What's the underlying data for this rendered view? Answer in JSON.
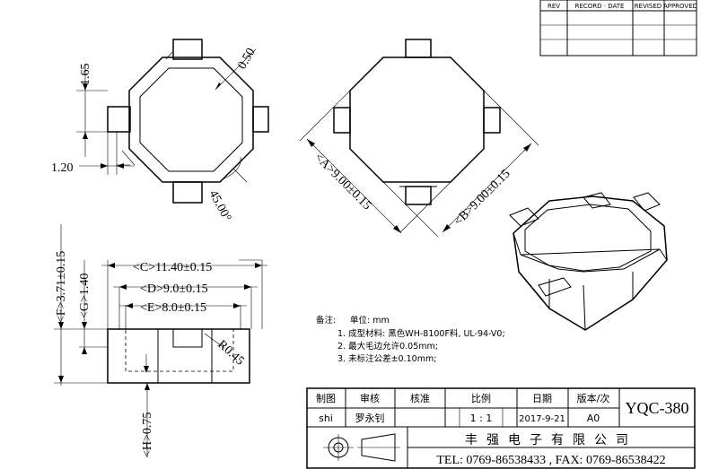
{
  "revision_table": {
    "headers": [
      "REV",
      "RECORD · DATE",
      "REVISED",
      "APPROVED"
    ]
  },
  "dimensions": {
    "top_chamfer": "0.50",
    "top_height": "1.65",
    "top_width": "1.20",
    "angle": "45.00°",
    "dim_a": "<A>9.00±0.15",
    "dim_b": "<B>9.00±0.15",
    "dim_c": "<C>11.40±0.15",
    "dim_d": "<D>9.0±0.15",
    "dim_e": "<E>8.0±0.15",
    "dim_f": "<F>3.71±0.15",
    "dim_g": "<G>1.40",
    "dim_h": "<H>0.75",
    "radius": "R0.45"
  },
  "notes": {
    "title": "备注:",
    "unit": "单位: mm",
    "items": [
      "1.  成型材料: 黑色WH-8100F料, UL-94-V0;",
      "2.  最大毛边允许0.05mm;",
      "3.  未标注公差±0.10mm;"
    ]
  },
  "title_block": {
    "headers": [
      "制图",
      "审核",
      "核准",
      "比例",
      "日期",
      "版本/次"
    ],
    "values": [
      "shi",
      "罗永钊",
      "",
      "1 : 1",
      "2017-9-21",
      "A0"
    ],
    "part_number": "YQC-380",
    "company": "丰强电子有限公司",
    "contact": "TEL: 0769-86538433 , FAX: 0769-86538422"
  }
}
